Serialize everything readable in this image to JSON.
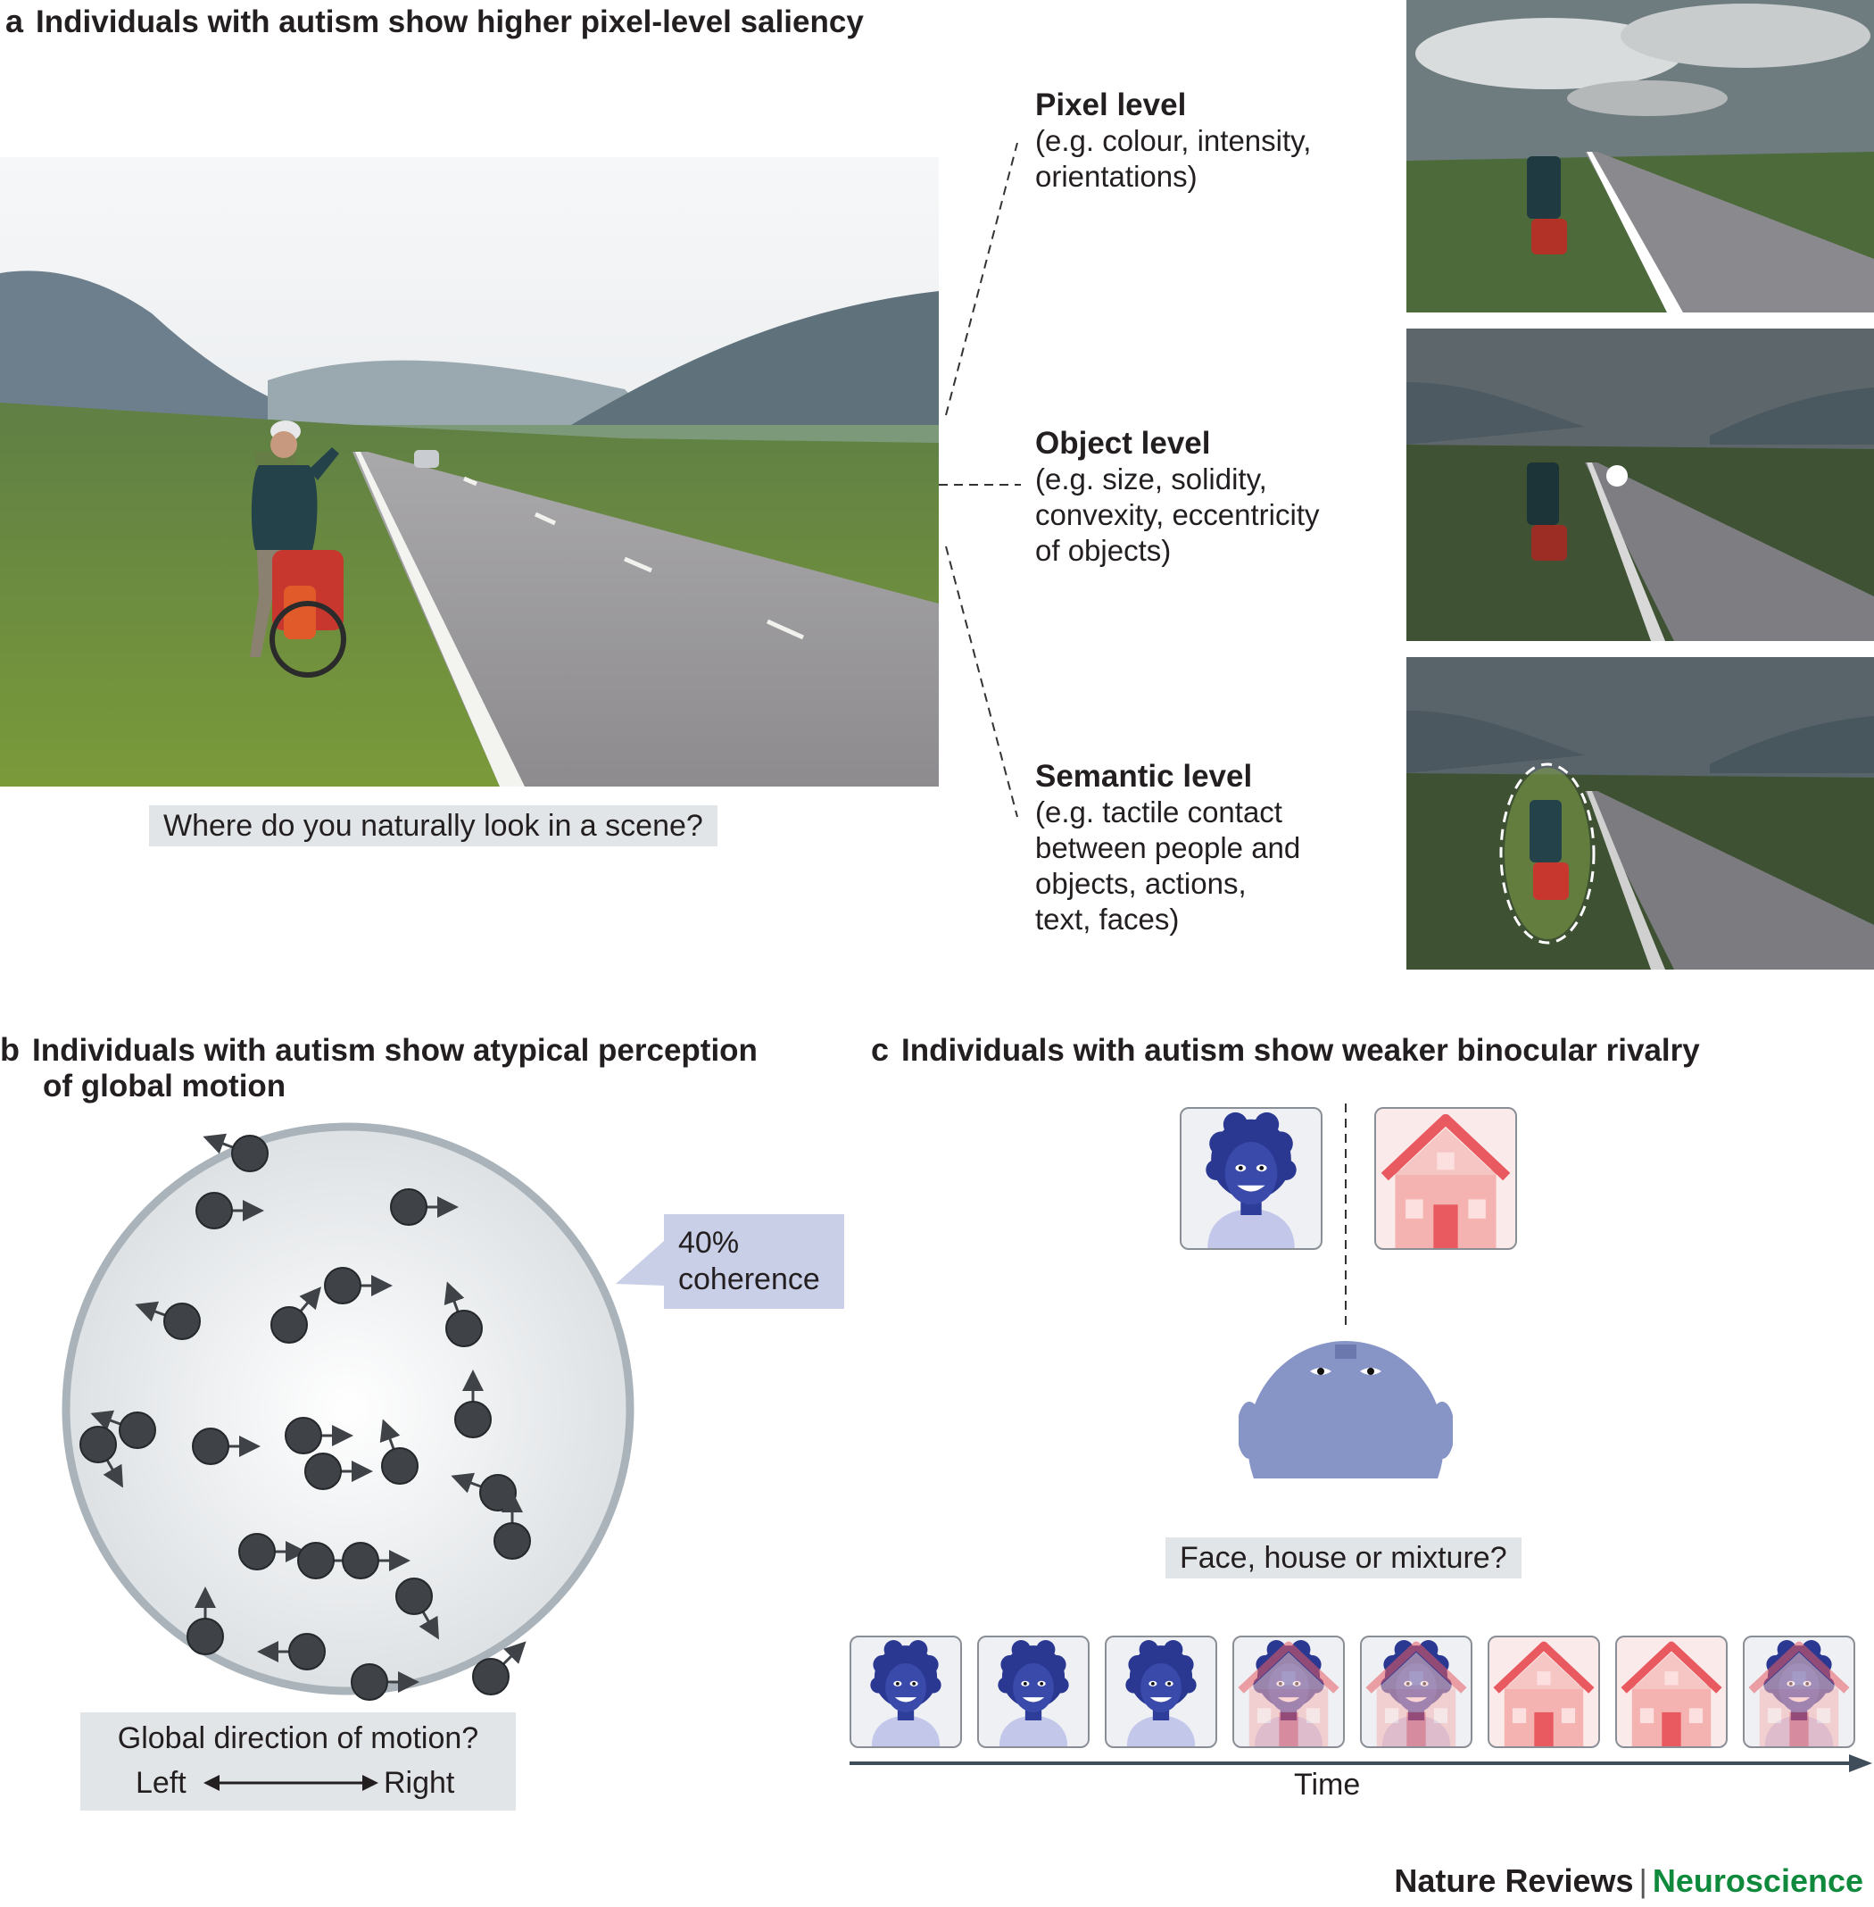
{
  "panel_a": {
    "letter": "a",
    "heading": "Individuals with autism show higher pixel-level saliency",
    "question": "Where do you naturally look in a scene?",
    "levels": [
      {
        "title": "Pixel level",
        "desc": "(e.g. colour, intensity,\norientations)"
      },
      {
        "title": "Object level",
        "desc": "(e.g. size, solidity,\nconvexity, eccentricity\nof objects)"
      },
      {
        "title": "Semantic level",
        "desc": "(e.g. tactile contact\nbetween people and\nobjects, actions,\ntext, faces)"
      }
    ]
  },
  "panel_b": {
    "letter": "b",
    "heading_line1": "Individuals with autism show atypical perception",
    "heading_line2": "of global motion",
    "coherence": "40%\ncoherence",
    "question": "Global direction of motion?",
    "left": "Left",
    "right": "Right"
  },
  "panel_c": {
    "letter": "c",
    "heading": "Individuals with autism show weaker binocular rivalry",
    "question": "Face, house or mixture?",
    "time_label": "Time",
    "sequence": [
      "face",
      "face",
      "face",
      "mixture",
      "mixture",
      "house",
      "house",
      "mixture"
    ]
  },
  "footer": {
    "publisher": "Nature Reviews",
    "separator": "|",
    "journal": "Neuroscience"
  },
  "colors": {
    "face_blue": "#2e3d9a",
    "face_bg": "#eef0f4",
    "house_red": "#e85a5f",
    "house_pink": "#f4b3b1",
    "dot": "#3f4348",
    "head": "#8794c6",
    "journal_green": "#0f8a3c"
  }
}
